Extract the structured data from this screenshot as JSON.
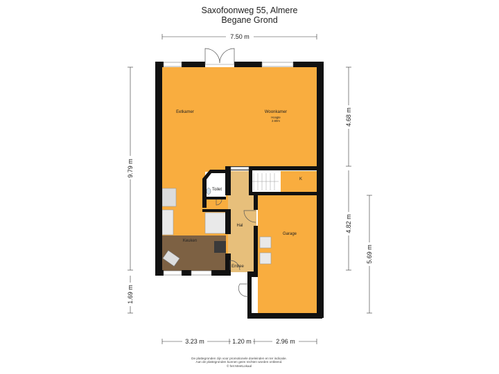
{
  "header": {
    "address": "Saxofoonweg 55, Almere",
    "floor": "Begane Grond"
  },
  "rooms": {
    "eetkamer": "Eetkamer",
    "woonkamer": "Woonkamer",
    "vrije_hoogte_label": "Hoogte",
    "vrije_hoogte_value": "2.60m",
    "toilet": "Toilet",
    "k": "K",
    "hal": "Hal",
    "garage": "Garage",
    "keuken": "Keuken",
    "entree": "Entree"
  },
  "dimensions": {
    "top_width": "7.50 m",
    "left_total": "9.79 m",
    "left_lower": "1.69 m",
    "right_upper": "4.68 m",
    "right_middle": "4.82 m",
    "right_garage": "5.69 m",
    "bottom_left": "3.23 m",
    "bottom_mid": "1.20 m",
    "bottom_right": "2.96 m"
  },
  "footer": {
    "line1": "De plattegronden zijn voor promotionele doeleinden en ter indicatie.",
    "line2": "Aan de plattegronden kunnen geen rechten worden ontleend.",
    "line3": "© het MeetLokaal"
  },
  "colors": {
    "living": "#f9ad3f",
    "hall": "#e7bf7b",
    "kitchen": "#7d6143",
    "wall": "#111111"
  }
}
